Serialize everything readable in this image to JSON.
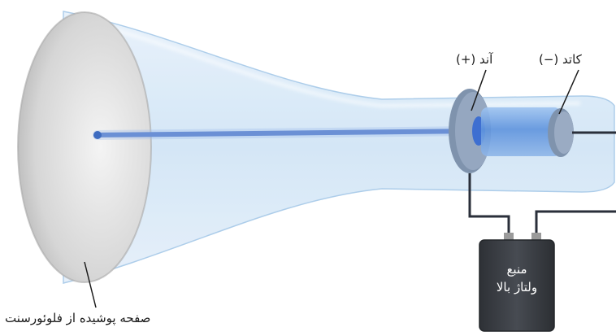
{
  "labels": {
    "anode": "آند (+)",
    "cathode": "کاتد (−)",
    "screen": "صفحه پوشیده از فلوئورسنت",
    "source_line1": "منبع",
    "source_line2": "ولتاژ بالا"
  },
  "colors": {
    "glass": "#cfe3f5",
    "glass_edge": "#9ec3e6",
    "beam": "#4f79c9",
    "screen": "#d9d9d9",
    "electrode": "#7f93ad",
    "battery": "#3f4247",
    "wire": "#2a2f3a"
  }
}
